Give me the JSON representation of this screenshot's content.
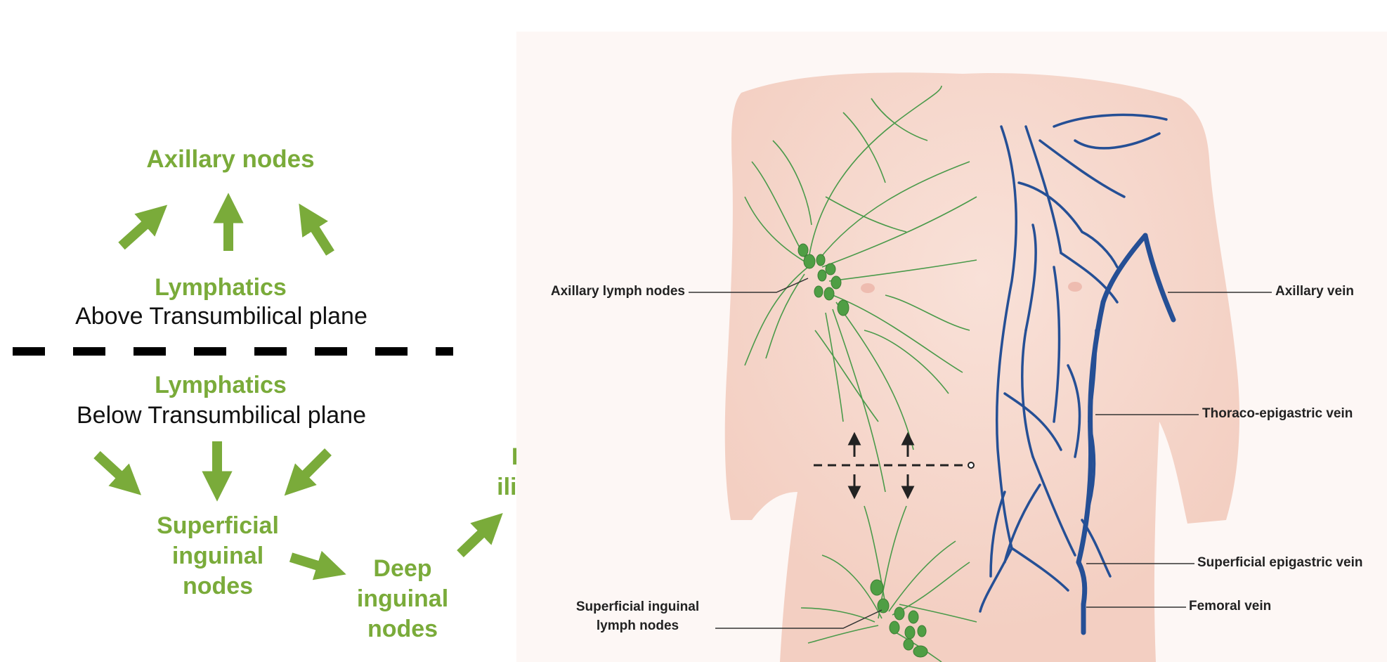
{
  "flowchart": {
    "axillary_nodes": "Axillary nodes",
    "lymphatics_above": "Lymphatics",
    "above_plane": "Above Transumbilical plane",
    "lymphatics_below": "Lymphatics",
    "below_plane": "Below Transumbilical plane",
    "superficial_inguinal": [
      "Superficial",
      "inguinal",
      "nodes"
    ],
    "deep_inguinal": [
      "Deep",
      "inguinal",
      "nodes"
    ],
    "external_iliac": [
      "External",
      "iliac nodes"
    ]
  },
  "illustration": {
    "labels": {
      "axillary_lymph_nodes": "Axillary lymph nodes",
      "superficial_inguinal_lymph_nodes": [
        "Superficial inguinal",
        "lymph nodes"
      ],
      "axillary_vein": "Axillary vein",
      "thoraco_epigastric_vein": "Thoraco-epigastric vein",
      "superficial_epigastric_vein": "Superficial epigastric vein",
      "femoral_vein": "Femoral vein"
    }
  },
  "colors": {
    "lymph_green": "#7aab3a",
    "lymph_line": "#4a9a4a",
    "vein_blue": "#254f95",
    "skin": "#f6dcd2",
    "divider": "#000000"
  }
}
